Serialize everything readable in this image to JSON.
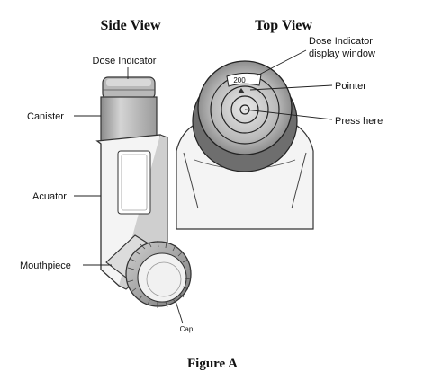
{
  "titles": {
    "side_view": "Side View",
    "top_view": "Top View"
  },
  "side_labels": {
    "dose_indicator": "Dose Indicator",
    "canister": "Canister",
    "actuator": "Acuator",
    "mouthpiece": "Mouthpiece",
    "cap": "Cap"
  },
  "top_labels": {
    "dose_window_line1": "Dose Indicator",
    "dose_window_line2": "display window",
    "pointer": "Pointer",
    "press_here": "Press here"
  },
  "counter_value": "200",
  "caption": "Figure A"
}
